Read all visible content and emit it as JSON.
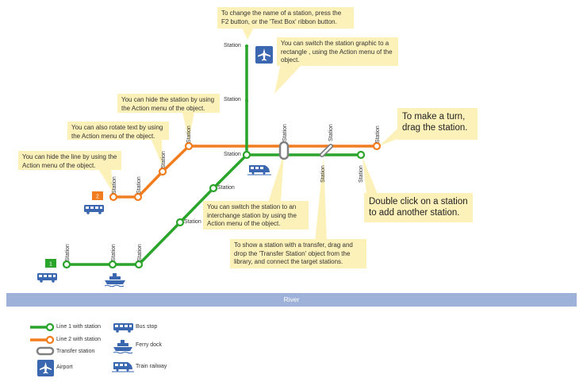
{
  "notes": {
    "rename": "To change the name of a station, press the F2 button, or the 'Text Box' ribbon button.",
    "rectangle": "You can switch the station graphic to a rectangle , using the Action menu of the object.",
    "hide_station": "You can hide the station by using the Action menu of the object.",
    "rotate_text": "You can also rotate text by using the Action menu of the object.",
    "hide_line": "You can hide the line by using the Action menu of the object.",
    "turn": "To make a turn, drag the station.",
    "double_click": "Double click on a station to add another station.",
    "interchange": "You can switch the station to an interchange station by using the Action menu of the object.",
    "transfer": "To show a station with a transfer, drag and drop the 'Transfer Station' object from the library, and connect the target stations."
  },
  "station_label": "Station",
  "line_badges": {
    "line1": "1",
    "line2": "2"
  },
  "river_label": "River",
  "legend": {
    "line1": "Line 1 with station",
    "line2": "Line 2 with station",
    "transfer": "Transfer station",
    "airport": "Airport",
    "bus": "Bus stop",
    "ferry": "Ferry dock",
    "train": "Train railway"
  },
  "colors": {
    "line1": "#2aa42a",
    "line2": "#f27d1f",
    "transfer": "#808080",
    "icon": "#3a67b0",
    "note": "#fdf1ba",
    "river": "#9db1d9"
  },
  "icons": [
    "airport-icon",
    "bus-icon",
    "ferry-icon",
    "train-icon"
  ]
}
